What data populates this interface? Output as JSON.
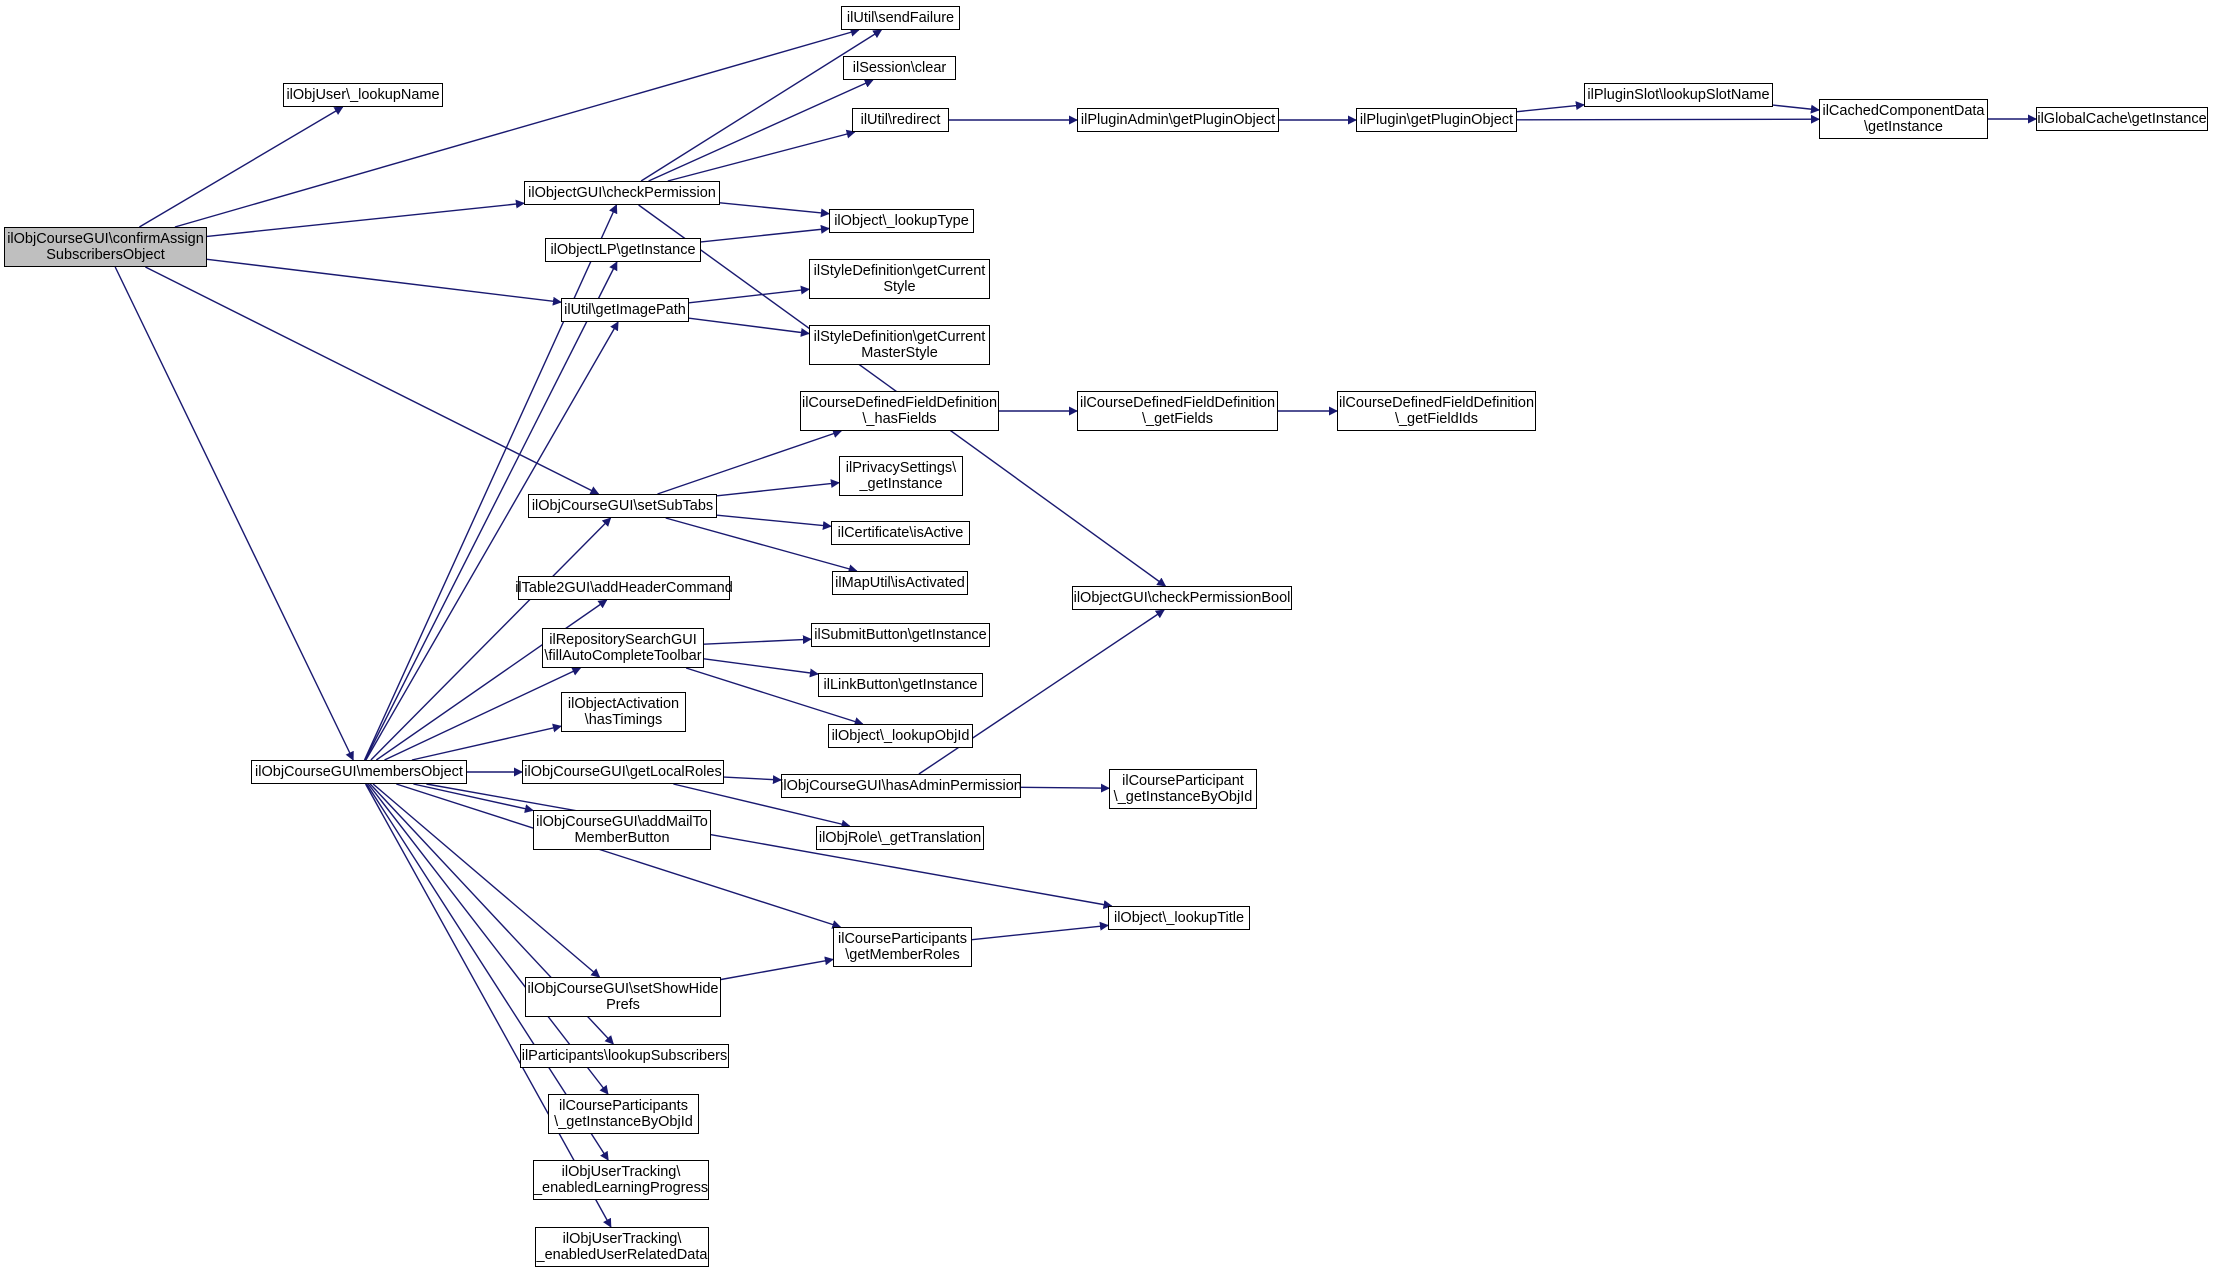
{
  "colors": {
    "edge": "#191970",
    "node_border": "#000000",
    "root_fill": "#bfbfbf",
    "node_fill": "#ffffff"
  },
  "nodes": [
    {
      "id": "root",
      "label": "ilObjCourseGUI\\confirmAssign\nSubscribersObject"
    },
    {
      "id": "lookupName",
      "label": "ilObjUser\\_lookupName"
    },
    {
      "id": "members",
      "label": "ilObjCourseGUI\\membersObject"
    },
    {
      "id": "checkPermission",
      "label": "ilObjectGUI\\checkPermission"
    },
    {
      "id": "objectLP",
      "label": "ilObjectLP\\getInstance"
    },
    {
      "id": "getImagePath",
      "label": "ilUtil\\getImagePath"
    },
    {
      "id": "setSubTabs",
      "label": "ilObjCourseGUI\\setSubTabs"
    },
    {
      "id": "addHeaderCommand",
      "label": "ilTable2GUI\\addHeaderCommand"
    },
    {
      "id": "fillAuto",
      "label": "ilRepositorySearchGUI\n\\fillAutoCompleteToolbar"
    },
    {
      "id": "hasTimings",
      "label": "ilObjectActivation\n\\hasTimings"
    },
    {
      "id": "getLocalRoles",
      "label": "ilObjCourseGUI\\getLocalRoles"
    },
    {
      "id": "addMail",
      "label": "ilObjCourseGUI\\addMailTo\nMemberButton"
    },
    {
      "id": "setShowHide",
      "label": "ilObjCourseGUI\\setShowHide\nPrefs"
    },
    {
      "id": "lookupSubscribers",
      "label": "ilParticipants\\lookupSubscribers"
    },
    {
      "id": "cpInstance",
      "label": "ilCourseParticipants\n\\_getInstanceByObjId"
    },
    {
      "id": "enabledLP",
      "label": "ilObjUserTracking\\\n_enabledLearningProgress"
    },
    {
      "id": "enabledURD",
      "label": "ilObjUserTracking\\\n_enabledUserRelatedData"
    },
    {
      "id": "sendFailure",
      "label": "ilUtil\\sendFailure"
    },
    {
      "id": "sessionClear",
      "label": "ilSession\\clear"
    },
    {
      "id": "redirect",
      "label": "ilUtil\\redirect"
    },
    {
      "id": "lookupType",
      "label": "ilObject\\_lookupType"
    },
    {
      "id": "currentStyle",
      "label": "ilStyleDefinition\\getCurrent\nStyle"
    },
    {
      "id": "currentMaster",
      "label": "ilStyleDefinition\\getCurrent\nMasterStyle"
    },
    {
      "id": "hasFields",
      "label": "ilCourseDefinedFieldDefinition\n\\_hasFields"
    },
    {
      "id": "privacy",
      "label": "ilPrivacySettings\\\n_getInstance"
    },
    {
      "id": "certificate",
      "label": "ilCertificate\\isActive"
    },
    {
      "id": "mapUtil",
      "label": "ilMapUtil\\isActivated"
    },
    {
      "id": "submitButton",
      "label": "ilSubmitButton\\getInstance"
    },
    {
      "id": "linkButton",
      "label": "ilLinkButton\\getInstance"
    },
    {
      "id": "lookupObjId",
      "label": "ilObject\\_lookupObjId"
    },
    {
      "id": "hasAdmin",
      "label": "ilObjCourseGUI\\hasAdminPermission"
    },
    {
      "id": "getTranslation",
      "label": "ilObjRole\\_getTranslation"
    },
    {
      "id": "getMemberRoles",
      "label": "ilCourseParticipants\n\\getMemberRoles"
    },
    {
      "id": "lookupTitle",
      "label": "ilObject\\_lookupTitle"
    },
    {
      "id": "pluginAdmin",
      "label": "ilPluginAdmin\\getPluginObject"
    },
    {
      "id": "getFields",
      "label": "ilCourseDefinedFieldDefinition\n\\_getFields"
    },
    {
      "id": "checkPermBool",
      "label": "ilObjectGUI\\checkPermissionBool"
    },
    {
      "id": "cPartInstance",
      "label": "ilCourseParticipant\n\\_getInstanceByObjId"
    },
    {
      "id": "pluginObj",
      "label": "ilPlugin\\getPluginObject"
    },
    {
      "id": "getFieldIds",
      "label": "ilCourseDefinedFieldDefinition\n\\_getFieldIds"
    },
    {
      "id": "slotName",
      "label": "ilPluginSlot\\lookupSlotName"
    },
    {
      "id": "cached",
      "label": "ilCachedComponentData\n\\getInstance"
    },
    {
      "id": "globalCache",
      "label": "ilGlobalCache\\getInstance"
    }
  ],
  "edges": [
    [
      "root",
      "lookupName"
    ],
    [
      "root",
      "sendFailure"
    ],
    [
      "root",
      "checkPermission"
    ],
    [
      "root",
      "getImagePath"
    ],
    [
      "root",
      "setSubTabs"
    ],
    [
      "root",
      "members"
    ],
    [
      "members",
      "checkPermission"
    ],
    [
      "members",
      "objectLP"
    ],
    [
      "members",
      "getImagePath"
    ],
    [
      "members",
      "setSubTabs"
    ],
    [
      "members",
      "addHeaderCommand"
    ],
    [
      "members",
      "fillAuto"
    ],
    [
      "members",
      "hasTimings"
    ],
    [
      "members",
      "getLocalRoles"
    ],
    [
      "members",
      "addMail"
    ],
    [
      "members",
      "lookupTitle"
    ],
    [
      "members",
      "getMemberRoles"
    ],
    [
      "members",
      "setShowHide"
    ],
    [
      "members",
      "lookupSubscribers"
    ],
    [
      "members",
      "cpInstance"
    ],
    [
      "members",
      "enabledLP"
    ],
    [
      "members",
      "enabledURD"
    ],
    [
      "checkPermission",
      "sendFailure"
    ],
    [
      "checkPermission",
      "sessionClear"
    ],
    [
      "checkPermission",
      "redirect"
    ],
    [
      "checkPermission",
      "lookupType"
    ],
    [
      "checkPermission",
      "checkPermBool"
    ],
    [
      "objectLP",
      "lookupType"
    ],
    [
      "getImagePath",
      "currentStyle"
    ],
    [
      "getImagePath",
      "currentMaster"
    ],
    [
      "setSubTabs",
      "hasFields"
    ],
    [
      "setSubTabs",
      "privacy"
    ],
    [
      "setSubTabs",
      "certificate"
    ],
    [
      "setSubTabs",
      "mapUtil"
    ],
    [
      "fillAuto",
      "submitButton"
    ],
    [
      "fillAuto",
      "linkButton"
    ],
    [
      "fillAuto",
      "lookupObjId"
    ],
    [
      "getLocalRoles",
      "hasAdmin"
    ],
    [
      "getLocalRoles",
      "getTranslation"
    ],
    [
      "setShowHide",
      "getMemberRoles"
    ],
    [
      "getMemberRoles",
      "lookupTitle"
    ],
    [
      "hasAdmin",
      "checkPermBool"
    ],
    [
      "hasAdmin",
      "cPartInstance"
    ],
    [
      "redirect",
      "pluginAdmin"
    ],
    [
      "pluginAdmin",
      "pluginObj"
    ],
    [
      "pluginObj",
      "slotName"
    ],
    [
      "pluginObj",
      "cached"
    ],
    [
      "slotName",
      "cached"
    ],
    [
      "cached",
      "globalCache"
    ],
    [
      "hasFields",
      "getFields"
    ],
    [
      "getFields",
      "getFieldIds"
    ]
  ]
}
